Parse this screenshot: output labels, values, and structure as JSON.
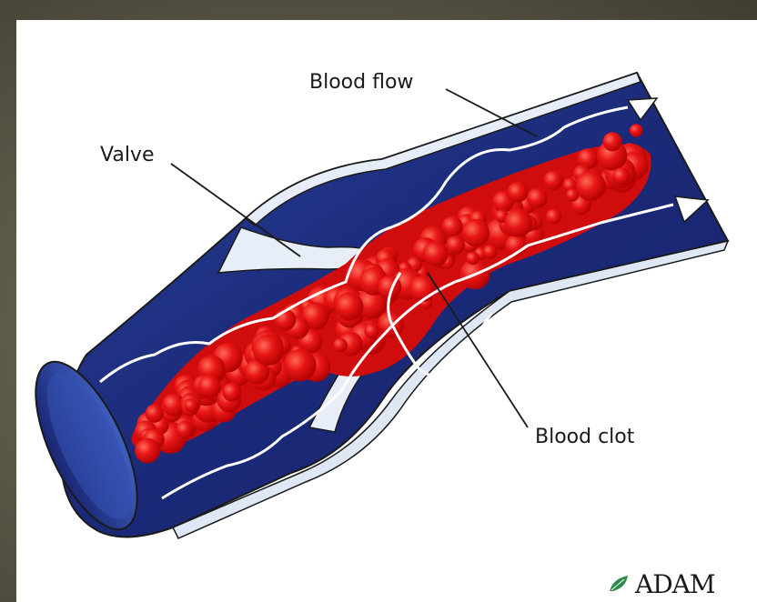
{
  "labels": {
    "blood_flow": "Blood flow",
    "valve": "Valve",
    "blood_clot": "Blood clot"
  },
  "logo": {
    "text": "ADAM",
    "icon": "leaf-icon"
  },
  "colors": {
    "vein_dark": "#1b2a78",
    "vein_mid": "#2f4aa8",
    "vein_wall": "#e8eef8",
    "clot": "#e01010",
    "clot_highlight": "#ff5a4a",
    "background": "#ffffff"
  }
}
